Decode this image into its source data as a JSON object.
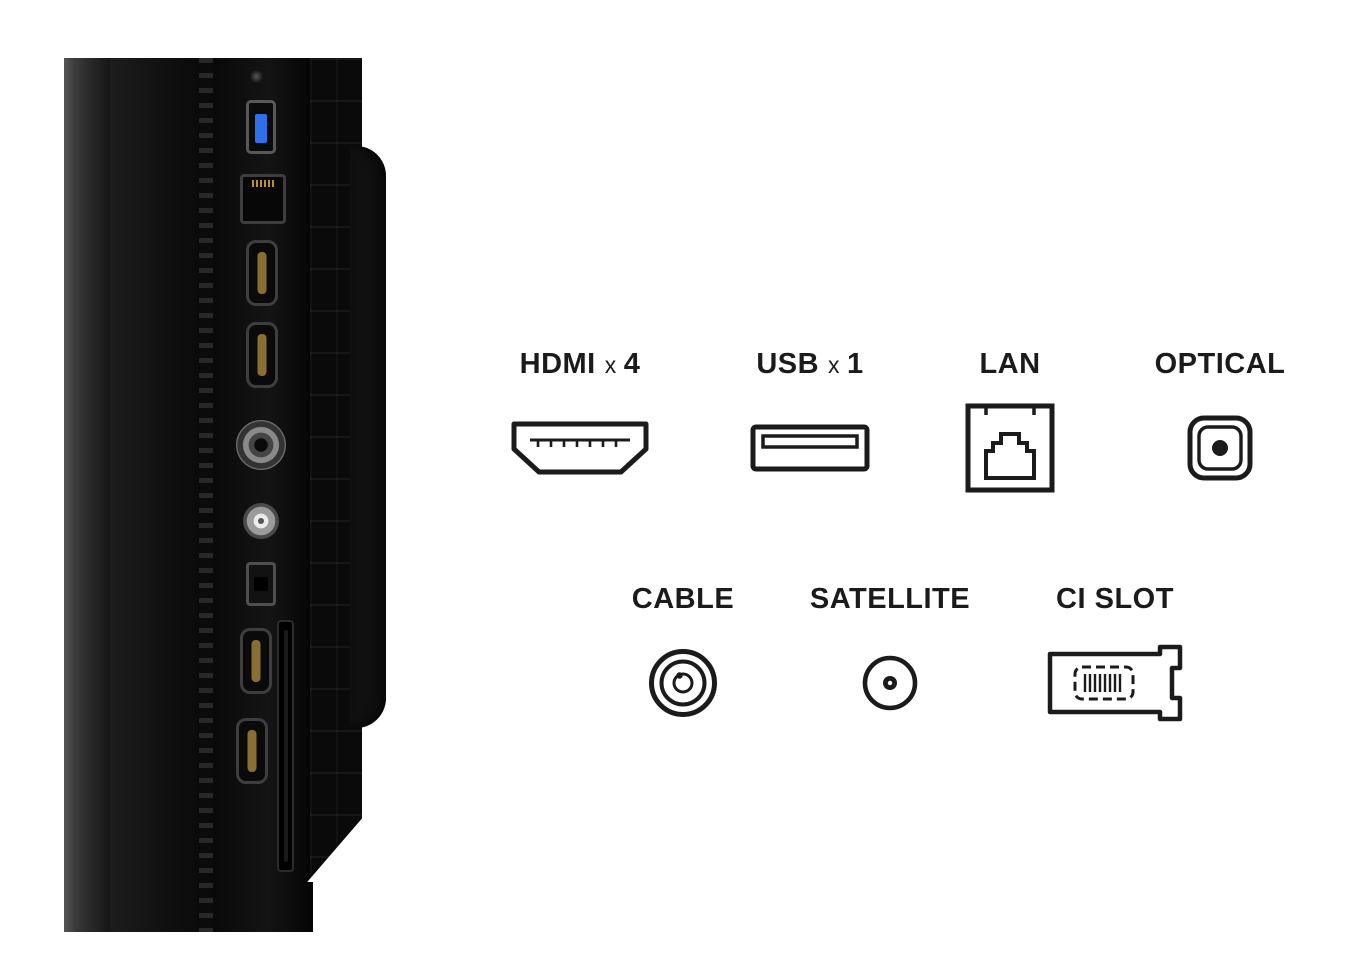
{
  "colors": {
    "background": "#ffffff",
    "text": "#1b1b1b",
    "icon_stroke": "#1b1b1b",
    "usb_tab_blue": "#2f6fe8"
  },
  "legend": {
    "rows": [
      {
        "items": [
          {
            "name": "HDMI",
            "times": "x",
            "count": "4",
            "icon": "hdmi-icon"
          },
          {
            "name": "USB",
            "times": "x",
            "count": "1",
            "icon": "usb-icon"
          },
          {
            "name": "LAN",
            "times": "",
            "count": "",
            "icon": "lan-icon"
          },
          {
            "name": "OPTICAL",
            "times": "",
            "count": "",
            "icon": "optical-icon"
          }
        ]
      },
      {
        "items": [
          {
            "name": "CABLE",
            "times": "",
            "count": "",
            "icon": "cable-icon"
          },
          {
            "name": "SATELLITE",
            "times": "",
            "count": "",
            "icon": "satellite-icon"
          },
          {
            "name": "CI SLOT",
            "times": "",
            "count": "",
            "icon": "ci-slot-icon"
          }
        ]
      }
    ]
  },
  "panel": {
    "ports": [
      "usb-port",
      "ethernet-port",
      "hdmi-port-1",
      "hdmi-port-2",
      "cable-rf-port",
      "satellite-port",
      "optical-port",
      "hdmi-port-3",
      "hdmi-port-4",
      "ci-card-slot"
    ]
  }
}
